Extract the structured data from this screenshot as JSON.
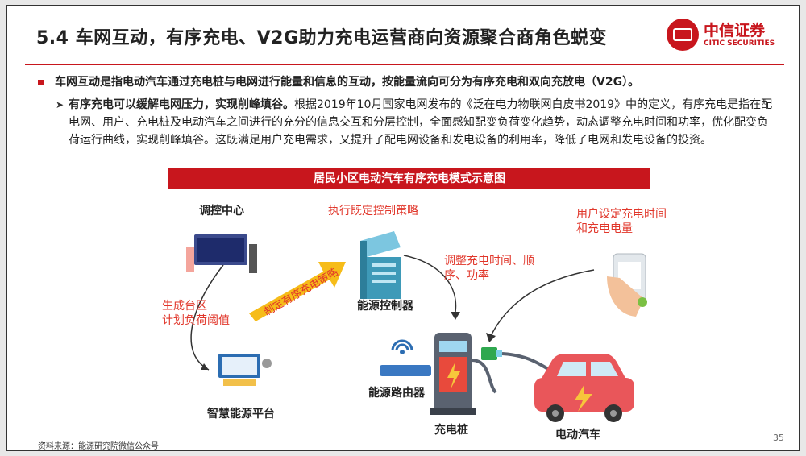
{
  "title": "5.4 车网互动，有序充电、V2G助力充电运营商向资源聚合商角色蜕变",
  "logo": {
    "cn": "中信证券",
    "en": "CITIC SECURITIES"
  },
  "bullet1": "车网互动是指电动汽车通过充电桩与电网进行能量和信息的互动，按能量流向可分为有序充电和双向充放电（V2G）。",
  "bullet2": {
    "lead": "有序充电可以缓解电网压力，实现削峰填谷。",
    "rest": "根据2019年10月国家电网发布的《泛在电力物联网白皮书2019》中的定义，有序充电是指在配电网、用户、充电桩及电动汽车之间进行的充分的信息交互和分层控制，全面感知配变负荷变化趋势，动态调整充电时间和功率，优化配变负荷运行曲线，实现削峰填谷。这既满足用户充电需求，又提升了配电网设备和发电设备的利用率，降低了电网和发电设备的投资。"
  },
  "diagram": {
    "banner": "居民小区电动汽车有序充电模式示意图",
    "dispatch_center": "调控中心",
    "gen_area_1": "生成台区",
    "gen_area_2": "计划负荷阈值",
    "smart_platform": "智慧能源平台",
    "strategy_arrow": "制定有序充电策略",
    "execute": "执行既定控制策略",
    "controller": "能源控制器",
    "adjust_1": "调整充电时间、顺",
    "adjust_2": "序、功率",
    "user_set_1": "用户设定充电时间",
    "user_set_2": "和充电电量",
    "router": "能源路由器",
    "charger": "充电桩",
    "ev": "电动汽车"
  },
  "footer": "资料来源：能源研究院微信公众号",
  "page_number": "35",
  "colors": {
    "accent": "#c8161d",
    "annotation": "#e1362a",
    "arrow_yellow": "#f5b500"
  }
}
